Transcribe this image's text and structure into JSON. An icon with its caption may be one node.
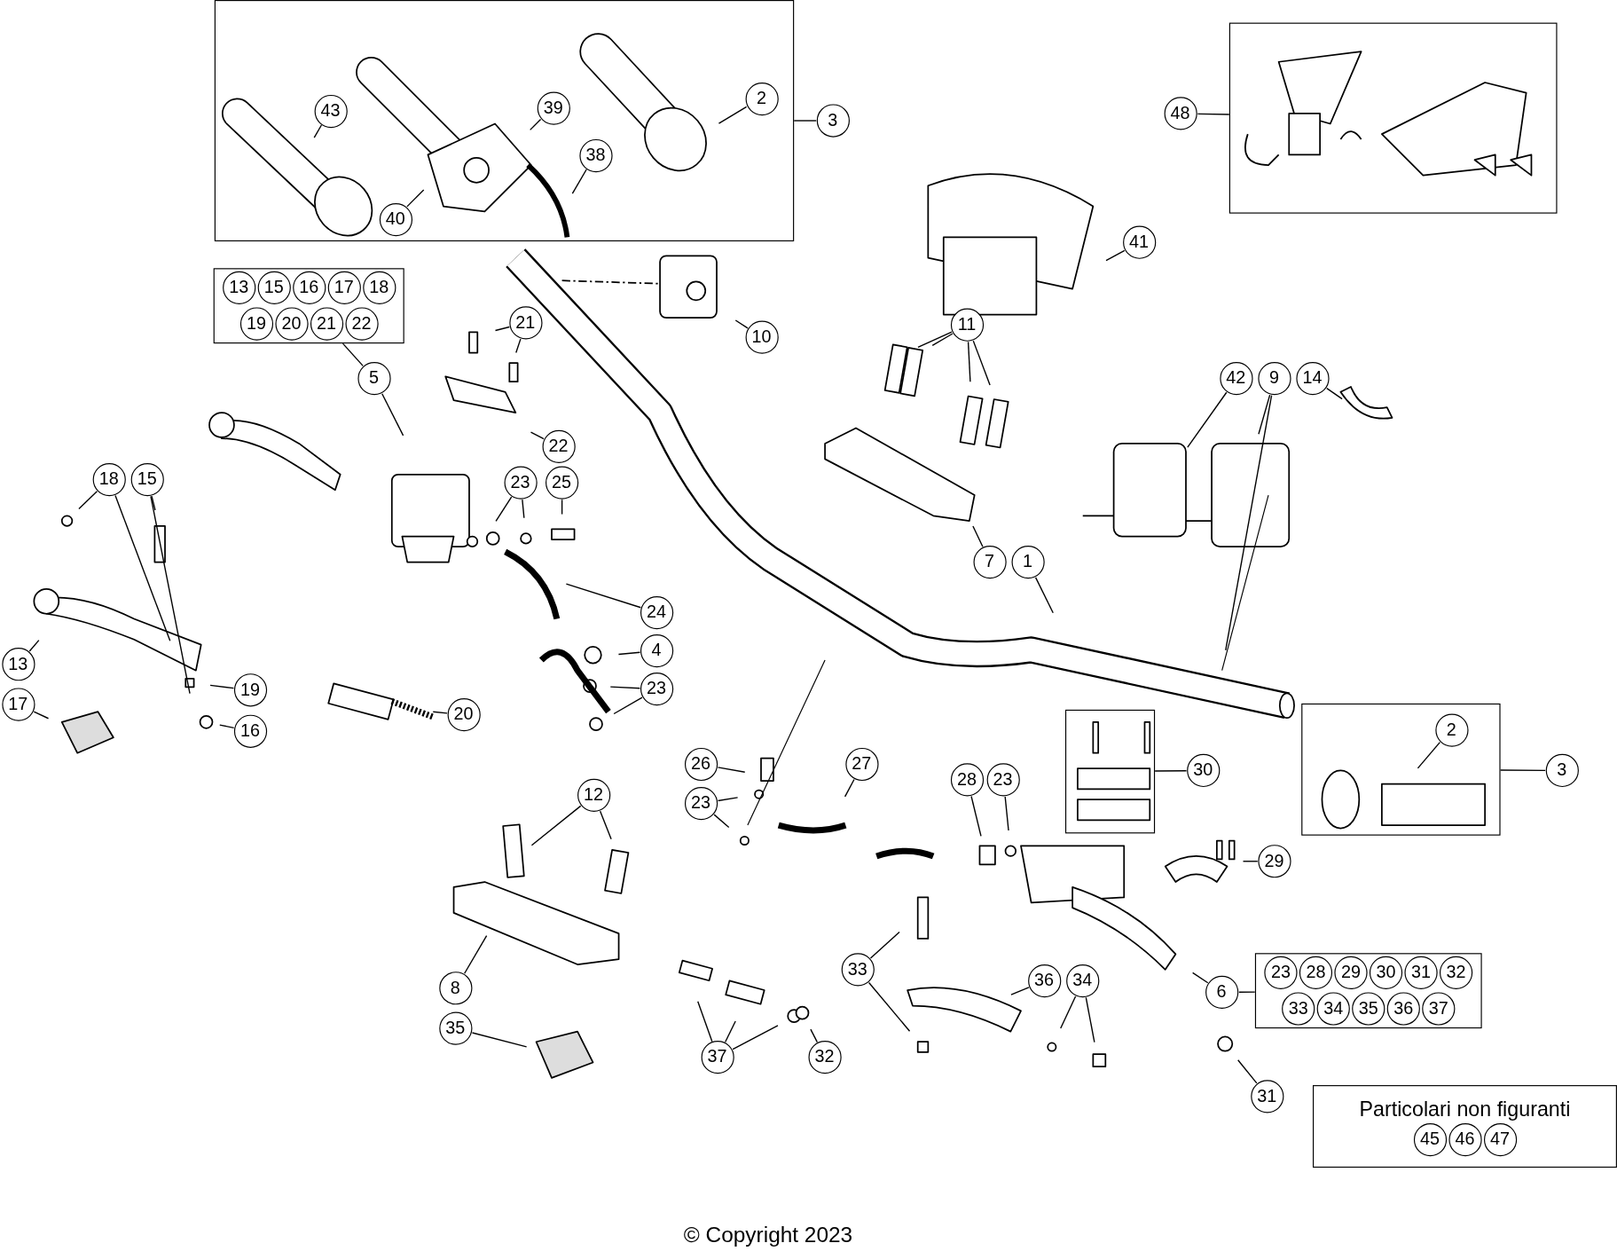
{
  "diagram": {
    "nodes": [
      {
        "text": [],
        "shape": "box"
      },
      {
        "text": [
          "43"
        ],
        "in": 0
      },
      {
        "text": [
          "39"
        ],
        "in": 0
      },
      {
        "text": [
          "2"
        ],
        "in": 0
      },
      {
        "text": [
          "38"
        ],
        "in": 0
      },
      {
        "text": [
          "40"
        ],
        "in": 0
      },
      {
        "text": [
          "3"
        ]
      },
      {
        "text": [],
        "shape": "box"
      },
      {
        "text": [
          "48"
        ]
      },
      {
        "text": [
          "41"
        ]
      },
      {
        "text": [
          "13",
          "15",
          "16",
          "17",
          "18",
          "19",
          "20",
          "21",
          "22"
        ]
      },
      {
        "text": [
          "21"
        ]
      },
      {
        "text": [
          "10"
        ]
      },
      {
        "text": [
          "11"
        ]
      },
      {
        "text": [
          "5"
        ]
      },
      {
        "text": [
          "42"
        ]
      },
      {
        "text": [
          "9"
        ]
      },
      {
        "text": [
          "14"
        ]
      },
      {
        "text": [
          "22"
        ]
      },
      {
        "text": [
          "18"
        ]
      },
      {
        "text": [
          "15"
        ]
      },
      {
        "text": [
          "23"
        ]
      },
      {
        "text": [
          "25"
        ]
      },
      {
        "text": [
          "7"
        ]
      },
      {
        "text": [
          "1"
        ]
      },
      {
        "text": [
          "24"
        ]
      },
      {
        "text": [
          "4"
        ]
      },
      {
        "text": [
          "13"
        ]
      },
      {
        "text": [
          "23"
        ]
      },
      {
        "text": [
          "19"
        ]
      },
      {
        "text": [
          "17"
        ]
      },
      {
        "text": [
          "20"
        ]
      },
      {
        "text": [],
        "shape": "box"
      },
      {
        "text": [],
        "shape": "box"
      },
      {
        "text": [
          "2"
        ],
        "in": 33
      },
      {
        "text": [
          "26"
        ]
      },
      {
        "text": [
          "27"
        ]
      },
      {
        "text": [
          "30"
        ]
      },
      {
        "text": [
          "3"
        ]
      },
      {
        "text": [
          "28"
        ]
      },
      {
        "text": [
          "23"
        ]
      },
      {
        "text": [
          "16"
        ]
      },
      {
        "text": [
          "12"
        ]
      },
      {
        "text": [
          "23"
        ]
      },
      {
        "text": [
          "29"
        ]
      },
      {
        "text": [
          "23",
          "28",
          "29",
          "30",
          "31",
          "32",
          "33",
          "34",
          "35",
          "36",
          "37"
        ]
      },
      {
        "text": [
          "33"
        ]
      },
      {
        "text": [
          "36"
        ]
      },
      {
        "text": [
          "34"
        ]
      },
      {
        "text": [
          "8"
        ]
      },
      {
        "text": [
          "6"
        ]
      },
      {
        "text": [
          "35"
        ]
      },
      {
        "text": [
          "37"
        ]
      },
      {
        "text": [
          "32"
        ]
      },
      {
        "text": [
          "31"
        ]
      },
      {
        "text": [
          "Particolari non figuranti",
          "45",
          "46",
          "47"
        ]
      }
    ],
    "edges": [
      {
        "from": 1,
        "to": null,
        "arrow": "none"
      },
      {
        "from": 2,
        "to": null,
        "arrow": "none"
      },
      {
        "from": 4,
        "to": null,
        "arrow": "none"
      },
      {
        "from": 5,
        "to": null,
        "arrow": "none"
      },
      {
        "from": 3,
        "to": null,
        "arrow": "none"
      },
      {
        "from": 6,
        "to": 0,
        "arrow": "none"
      },
      {
        "from": 8,
        "to": 7,
        "arrow": "none"
      },
      {
        "from": 9,
        "to": null,
        "arrow": "none"
      },
      {
        "from": 11,
        "to": null,
        "arrow": "none"
      },
      {
        "from": 11,
        "to": null,
        "arrow": "none"
      },
      {
        "from": 12,
        "to": null,
        "arrow": "none"
      },
      {
        "from": 13,
        "to": null,
        "arrow": "none"
      },
      {
        "from": 13,
        "to": null,
        "arrow": "none"
      },
      {
        "from": 13,
        "to": null,
        "arrow": "none"
      },
      {
        "from": 13,
        "to": null,
        "arrow": "none"
      },
      {
        "from": 14,
        "to": 10,
        "arrow": "none"
      },
      {
        "from": 14,
        "to": null,
        "arrow": "none"
      },
      {
        "from": 15,
        "to": null,
        "arrow": "none"
      },
      {
        "from": 16,
        "to": null,
        "arrow": "none"
      },
      {
        "from": 16,
        "to": null,
        "arrow": "none"
      },
      {
        "from": 17,
        "to": null,
        "arrow": "none"
      },
      {
        "from": 18,
        "to": null,
        "arrow": "none"
      },
      {
        "from": 19,
        "to": null,
        "arrow": "none"
      },
      {
        "from": 19,
        "to": null,
        "arrow": "none"
      },
      {
        "from": 20,
        "to": null,
        "arrow": "none"
      },
      {
        "from": 20,
        "to": null,
        "arrow": "none"
      },
      {
        "from": 21,
        "to": null,
        "arrow": "none"
      },
      {
        "from": 21,
        "to": null,
        "arrow": "none"
      },
      {
        "from": 22,
        "to": null,
        "arrow": "none"
      },
      {
        "from": 23,
        "to": null,
        "arrow": "none"
      },
      {
        "from": 24,
        "to": null,
        "arrow": "none"
      },
      {
        "from": 25,
        "to": null,
        "arrow": "none"
      },
      {
        "from": 26,
        "to": null,
        "arrow": "none"
      },
      {
        "from": 27,
        "to": null,
        "arrow": "none"
      },
      {
        "from": 28,
        "to": null,
        "arrow": "none"
      },
      {
        "from": 28,
        "to": null,
        "arrow": "none"
      },
      {
        "from": 29,
        "to": null,
        "arrow": "none"
      },
      {
        "from": 30,
        "to": null,
        "arrow": "none"
      },
      {
        "from": 31,
        "to": null,
        "arrow": "none"
      },
      {
        "from": 34,
        "to": null,
        "arrow": "none"
      },
      {
        "from": 35,
        "to": null,
        "arrow": "none"
      },
      {
        "from": 36,
        "to": null,
        "arrow": "none"
      },
      {
        "from": 37,
        "to": 32,
        "arrow": "none"
      },
      {
        "from": 38,
        "to": 33,
        "arrow": "none"
      },
      {
        "from": 39,
        "to": null,
        "arrow": "none"
      },
      {
        "from": 40,
        "to": null,
        "arrow": "none"
      },
      {
        "from": 41,
        "to": null,
        "arrow": "none"
      },
      {
        "from": 42,
        "to": null,
        "arrow": "none"
      },
      {
        "from": 42,
        "to": null,
        "arrow": "none"
      },
      {
        "from": 43,
        "to": null,
        "arrow": "none"
      },
      {
        "from": 43,
        "to": null,
        "arrow": "none"
      },
      {
        "from": 44,
        "to": null,
        "arrow": "none"
      },
      {
        "from": 46,
        "to": null,
        "arrow": "none"
      },
      {
        "from": 46,
        "to": null,
        "arrow": "none"
      },
      {
        "from": 47,
        "to": null,
        "arrow": "none"
      },
      {
        "from": 48,
        "to": null,
        "arrow": "none"
      },
      {
        "from": 48,
        "to": null,
        "arrow": "none"
      },
      {
        "from": 49,
        "to": null,
        "arrow": "none"
      },
      {
        "from": 50,
        "to": 45,
        "arrow": "none"
      },
      {
        "from": 50,
        "to": null,
        "arrow": "none"
      },
      {
        "from": 51,
        "to": null,
        "arrow": "none"
      },
      {
        "from": 52,
        "to": null,
        "arrow": "none"
      },
      {
        "from": 52,
        "to": null,
        "arrow": "none"
      },
      {
        "from": 52,
        "to": null,
        "arrow": "none"
      },
      {
        "from": 53,
        "to": null,
        "arrow": "none"
      },
      {
        "from": 54,
        "to": null,
        "arrow": "none"
      }
    ],
    "labels": [
      "© Copyright 2023"
    ]
  }
}
